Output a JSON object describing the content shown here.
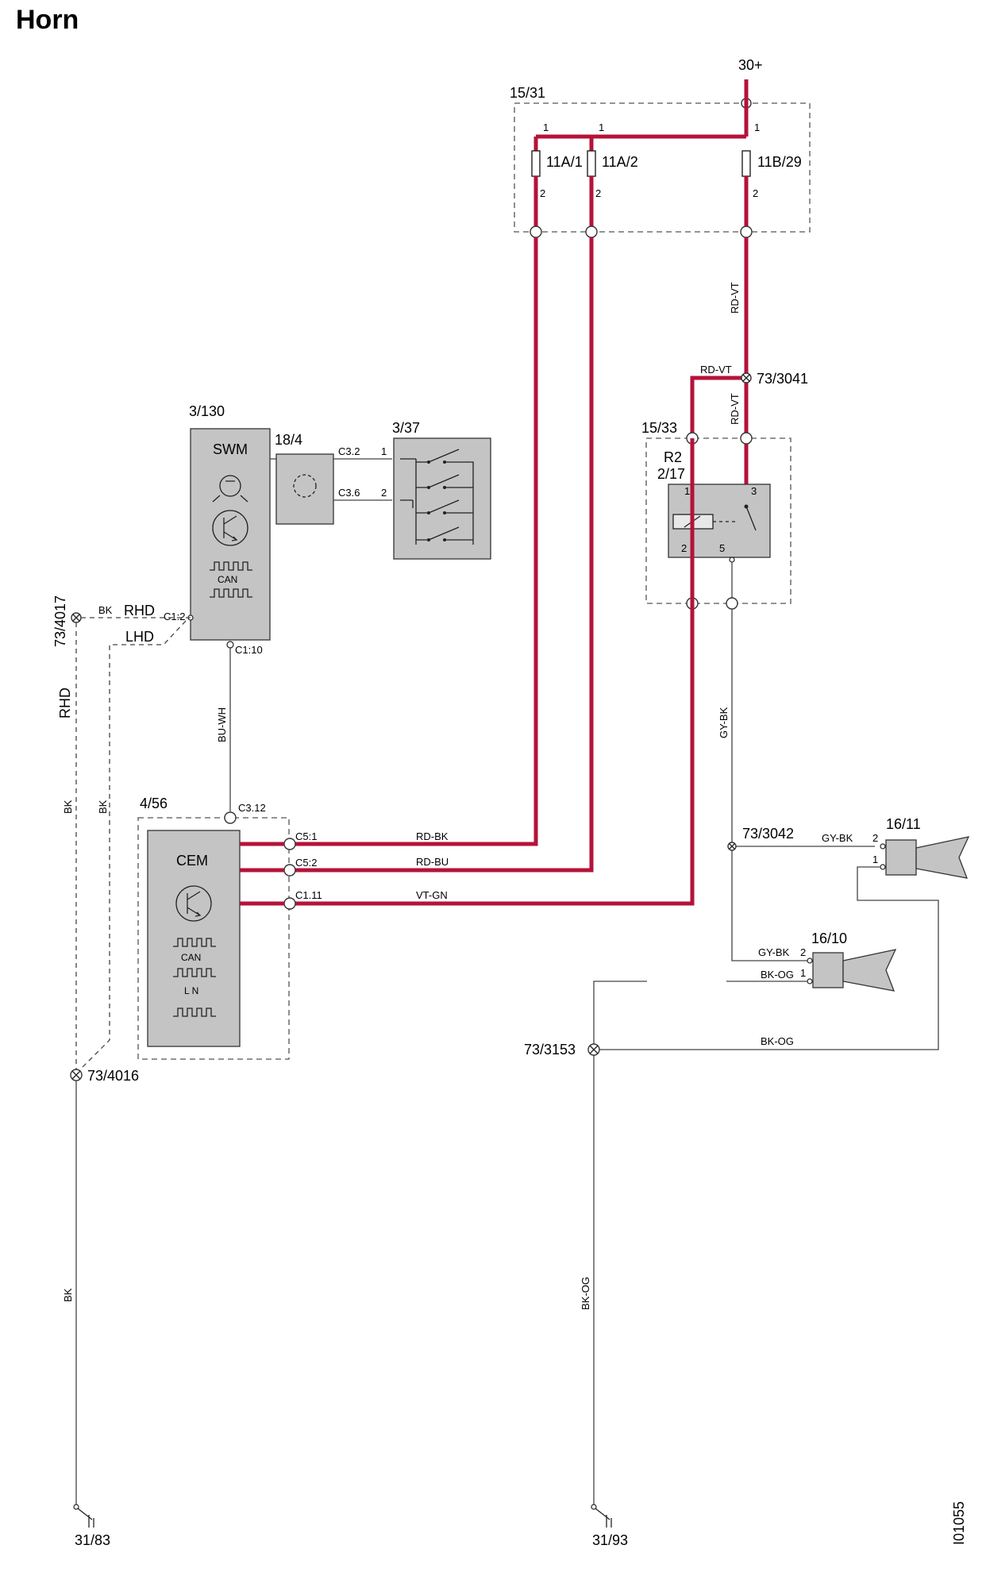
{
  "title": "Horn",
  "figure_id": "I01055",
  "components": {
    "fuse_box": "15/31",
    "fuse_1": "11A/1",
    "fuse_2": "11A/2",
    "fuse_3": "11B/29",
    "power": "30+",
    "swm_ref": "3/130",
    "swm_name": "SWM",
    "swm_can": "CAN",
    "clock_spring": "18/4",
    "horn_switch": "3/37",
    "cem_ref": "4/56",
    "cem_name": "CEM",
    "cem_can": "CAN",
    "cem_lin": "L N",
    "relay_box": "15/33",
    "relay_name": "R2",
    "relay_ref": "2/17",
    "horn_high": "16/11",
    "horn_low": "16/10",
    "splice_3041": "73/3041",
    "splice_3042": "73/3042",
    "splice_3153": "73/3153",
    "splice_4017": "73/4017",
    "splice_4016": "73/4016",
    "ground_1": "31/83",
    "ground_2": "31/93"
  },
  "wires": {
    "rd_vt": "RD-VT",
    "rd_bk": "RD-BK",
    "rd_bu": "RD-BU",
    "vt_gn": "VT-GN",
    "bu_wh": "BU-WH",
    "gy_bk": "GY-BK",
    "bk_og": "BK-OG",
    "bk": "BK"
  },
  "options": {
    "rhd": "RHD",
    "lhd": "LHD"
  },
  "pins": {
    "p1": "1",
    "p2": "2",
    "p3": "3",
    "p5": "5",
    "c3_2": "C3.2",
    "c3_6": "C3.6",
    "c1_2": "C1:2",
    "c1_10": "C1:10",
    "c3_12": "C3.12",
    "c5_1": "C5:1",
    "c5_2": "C5:2",
    "c1_11": "C1.11"
  },
  "colors": {
    "power_wire": "#b5123a",
    "module_fill": "#c4c4c4"
  }
}
